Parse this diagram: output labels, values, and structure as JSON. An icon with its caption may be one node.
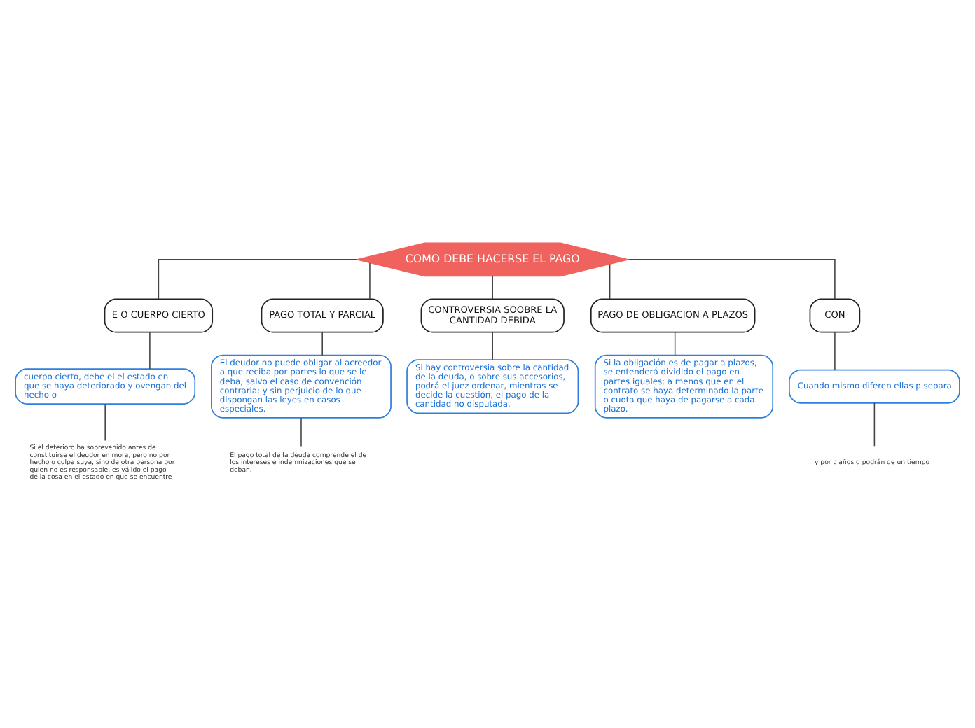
{
  "diagram": {
    "nodes": [
      {
        "text": [
          "COMO DEBE HACERSE EL PAGO"
        ]
      },
      {
        "text": [
          "E O CUERPO CIERTO"
        ]
      },
      {
        "text": [
          "PAGO TOTAL Y PARCIAL"
        ]
      },
      {
        "text": [
          "CONTROVERSIA SOOBRE LA CANTIDAD DEBIDA"
        ]
      },
      {
        "text": [
          "PAGO DE OBLIGACION A PLAZOS"
        ]
      },
      {
        "text": [
          "CON"
        ]
      },
      {
        "text": [
          "cuerpo cierto, debe el el estado en que se haya deteriorado y ovengan del hecho o"
        ]
      },
      {
        "text": [
          "El deudor no puede obligar al acreedor a que reciba por partes lo que se le deba, salvo el caso de convención contraria; y sin perjuicio de lo que dispongan las leyes en casos especiales."
        ]
      },
      {
        "text": [
          "Si hay controversia sobre la cantidad de la deuda, o sobre sus accesorios, podrá el juez ordenar, mientras se decide la cuestión, el pago de la cantidad no disputada."
        ]
      },
      {
        "text": [
          "Si la obligación es de pagar a plazos, se entenderá dividido el pago en partes iguales; a menos que en el contrato se haya determinado la parte o cuota que haya de pagarse a cada plazo."
        ]
      },
      {
        "text": [
          "Cuando mismo diferen ellas p separa"
        ]
      },
      {
        "text": [
          "Si el deterioro ha sobrevenido antes de constituirse el deudor en mora, pero no por hecho o culpa suya, sino de otra persona por quien no es responsable, es válido el pago de la cosa en el estado en que se encuentre"
        ]
      },
      {
        "text": [
          "El pago total de la deuda comprende el de los intereses e indemnizaciones que se deban."
        ]
      },
      {
        "text": [
          "y por c años d podrán de un tiempo"
        ]
      }
    ],
    "edges": [
      {
        "from": 0,
        "to": 1,
        "arrow": "none"
      },
      {
        "from": 0,
        "to": 2,
        "arrow": "none"
      },
      {
        "from": 0,
        "to": 3,
        "arrow": "none"
      },
      {
        "from": 0,
        "to": 4,
        "arrow": "none"
      },
      {
        "from": 0,
        "to": 5,
        "arrow": "none"
      },
      {
        "from": 1,
        "to": 6,
        "arrow": "none"
      },
      {
        "from": 2,
        "to": 7,
        "arrow": "none"
      },
      {
        "from": 3,
        "to": 8,
        "arrow": "none"
      },
      {
        "from": 4,
        "to": 9,
        "arrow": "none"
      },
      {
        "from": 5,
        "to": 10,
        "arrow": "none"
      },
      {
        "from": 6,
        "to": 11,
        "arrow": "none"
      },
      {
        "from": 7,
        "to": 12,
        "arrow": "none"
      },
      {
        "from": 10,
        "to": 13,
        "arrow": "none"
      }
    ]
  }
}
